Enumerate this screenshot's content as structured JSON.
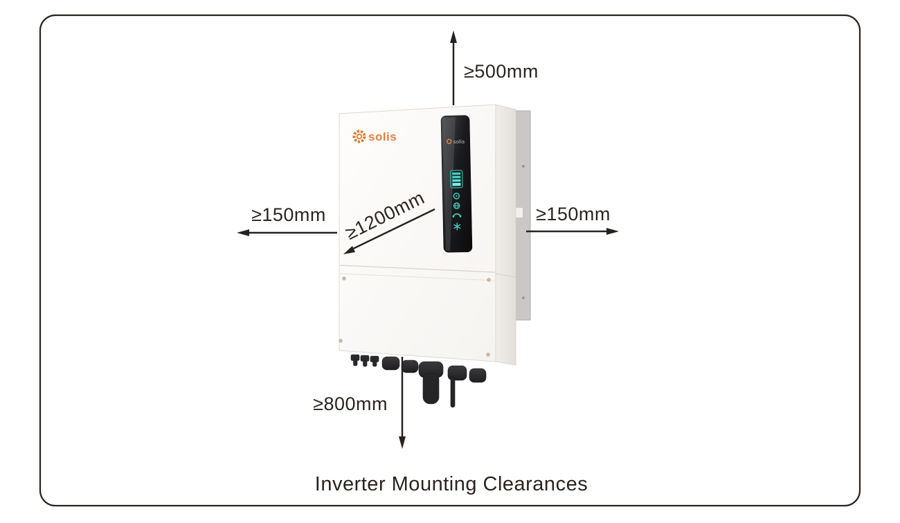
{
  "figure": {
    "caption": "Inverter Mounting Clearances",
    "brand": "solis",
    "panel_brand": "solis",
    "clearances": {
      "top": "≥500mm",
      "left": "≥150mm",
      "right": "≥150mm",
      "diagonal": "≥1200mm",
      "bottom": "≥800mm"
    },
    "icons": {
      "gear-icon": "orange sun/gear ring of the solis logo",
      "battery-indicator-icon": "teal stacked battery segments",
      "power-ring-icon": "teal ring with center dot",
      "globe-icon": "teal globe with meridians",
      "handset-icon": "teal handset arc",
      "snowflake-icon": "teal asterisk/snowflake"
    },
    "colors": {
      "border": "#2a2320",
      "arrow": "#272220",
      "text": "#2a2420",
      "brand_orange": "#e0813c",
      "panel_teal": "#3fd0c8",
      "panel_dark": "#121214",
      "connector_dark": "#29292b"
    }
  }
}
